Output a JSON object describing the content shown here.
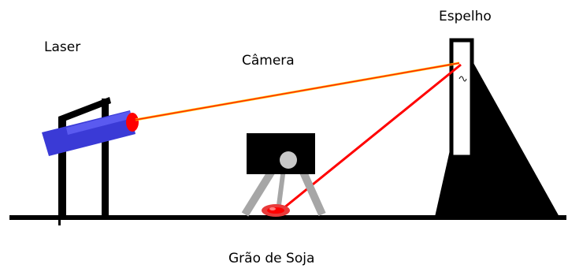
{
  "labels": {
    "laser": "Laser",
    "camera": "Câmera",
    "mirror": "Espelho",
    "grain": "Grão de Soja"
  },
  "colors": {
    "beam": "#ff0000",
    "beam_glow": "#ffc000",
    "laser_body": "#3a3ad6",
    "camera_lens": "#c8c8c8",
    "tripod": "#a6a6a6",
    "ink": "#000000"
  }
}
